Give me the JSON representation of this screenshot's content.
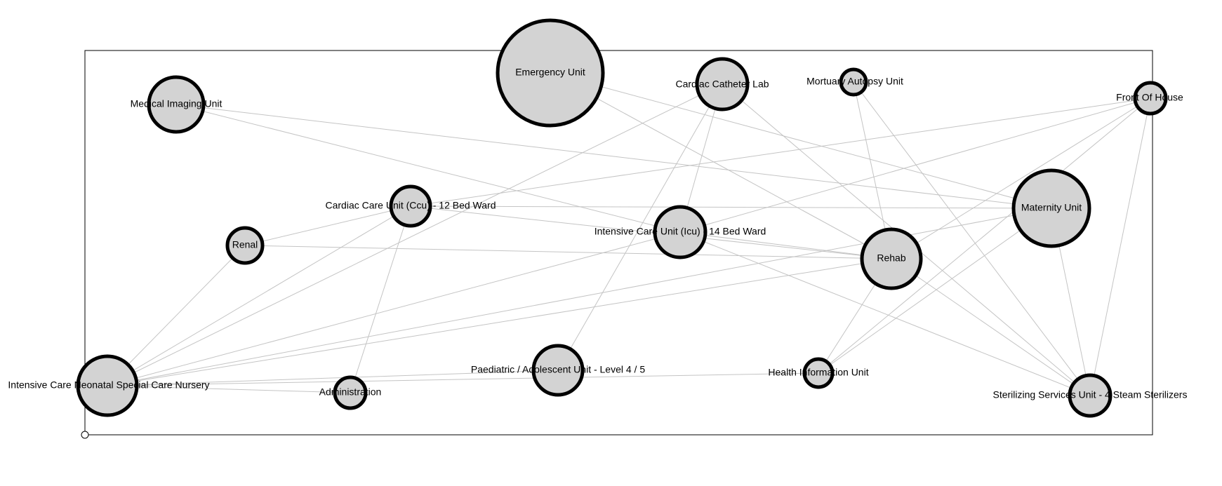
{
  "nodes": [
    {
      "id": "emergency",
      "label": "Emergency Unit"
    },
    {
      "id": "cardiac-cath",
      "label": "Cardiac Catheter Lab"
    },
    {
      "id": "mortuary",
      "label": "Mortuary Autopsy Unit"
    },
    {
      "id": "front-of-house",
      "label": "Front Of House"
    },
    {
      "id": "medical-imaging",
      "label": "Medical Imaging Unit"
    },
    {
      "id": "maternity",
      "label": "Maternity Unit"
    },
    {
      "id": "ccu",
      "label": "Cardiac Care Unit (Ccu) - 12 Bed Ward"
    },
    {
      "id": "renal",
      "label": "Renal"
    },
    {
      "id": "icu",
      "label": "Intensive Care Unit (Icu) - 14 Bed Ward"
    },
    {
      "id": "rehab",
      "label": "Rehab"
    },
    {
      "id": "nicu",
      "label": "Intensive Care Neonatal Special Care Nursery"
    },
    {
      "id": "administration",
      "label": "Administration"
    },
    {
      "id": "paediatric",
      "label": "Paediatric / Adolescent Unit - Level 4 / 5"
    },
    {
      "id": "health-info",
      "label": "Health Information Unit"
    },
    {
      "id": "sterilizing",
      "label": "Sterilizing Services Unit - 4 Steam Sterilizers"
    }
  ],
  "edges": [
    [
      "emergency",
      "maternity"
    ],
    [
      "emergency",
      "rehab"
    ],
    [
      "medical-imaging",
      "maternity"
    ],
    [
      "medical-imaging",
      "icu"
    ],
    [
      "cardiac-cath",
      "nicu"
    ],
    [
      "cardiac-cath",
      "icu"
    ],
    [
      "cardiac-cath",
      "paediatric"
    ],
    [
      "cardiac-cath",
      "sterilizing"
    ],
    [
      "mortuary",
      "rehab"
    ],
    [
      "mortuary",
      "sterilizing"
    ],
    [
      "front-of-house",
      "ccu"
    ],
    [
      "front-of-house",
      "icu"
    ],
    [
      "front-of-house",
      "health-info"
    ],
    [
      "front-of-house",
      "sterilizing"
    ],
    [
      "front-of-house",
      "rehab"
    ],
    [
      "ccu",
      "maternity"
    ],
    [
      "ccu",
      "renal"
    ],
    [
      "ccu",
      "nicu"
    ],
    [
      "ccu",
      "administration"
    ],
    [
      "ccu",
      "rehab"
    ],
    [
      "renal",
      "rehab"
    ],
    [
      "renal",
      "nicu"
    ],
    [
      "icu",
      "nicu"
    ],
    [
      "icu",
      "rehab"
    ],
    [
      "icu",
      "sterilizing"
    ],
    [
      "maternity",
      "nicu"
    ],
    [
      "maternity",
      "health-info"
    ],
    [
      "maternity",
      "sterilizing"
    ],
    [
      "rehab",
      "nicu"
    ],
    [
      "rehab",
      "health-info"
    ],
    [
      "rehab",
      "sterilizing"
    ],
    [
      "nicu",
      "administration"
    ],
    [
      "nicu",
      "paediatric"
    ],
    [
      "nicu",
      "health-info"
    ]
  ]
}
